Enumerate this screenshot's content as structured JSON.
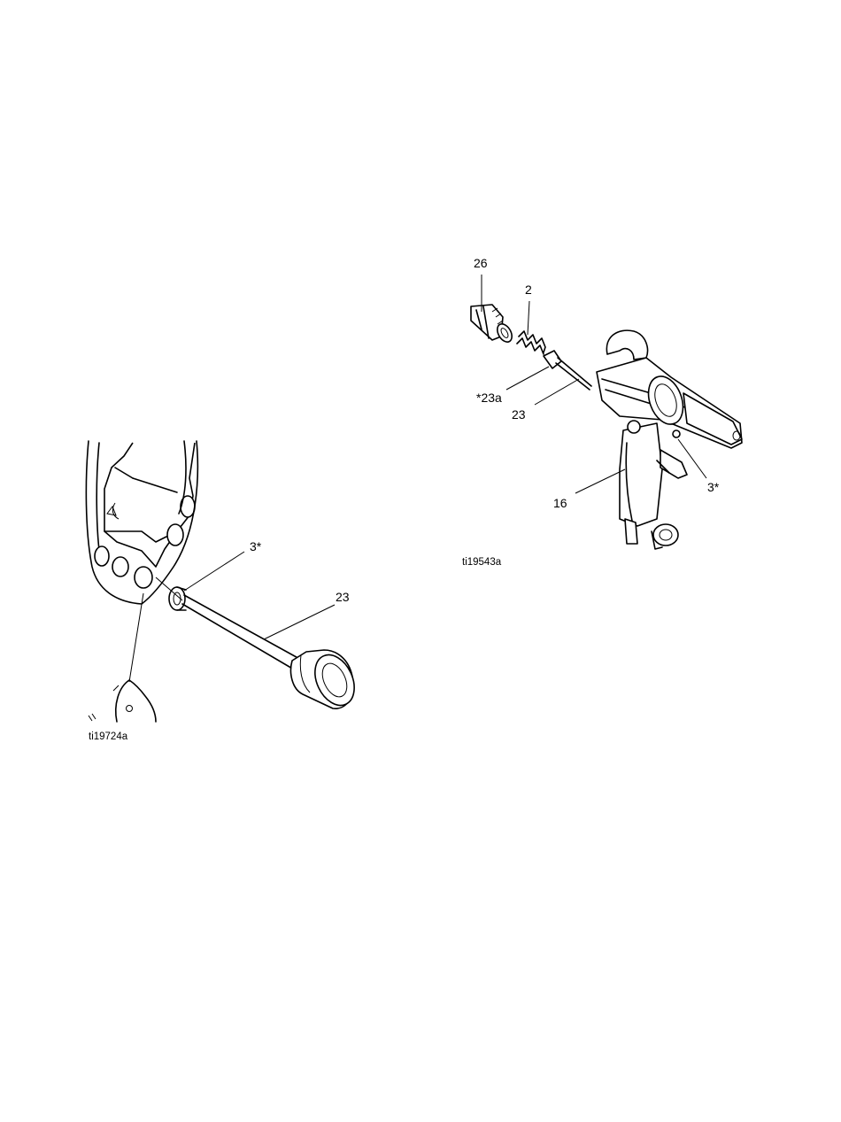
{
  "figures": [
    {
      "id": "left",
      "figure_code": "ti19724a",
      "callouts": [
        "3*",
        "23"
      ]
    },
    {
      "id": "right",
      "figure_code": "ti19543a",
      "callouts": [
        "26",
        "2",
        "*23a",
        "23",
        "16",
        "3*"
      ]
    }
  ]
}
